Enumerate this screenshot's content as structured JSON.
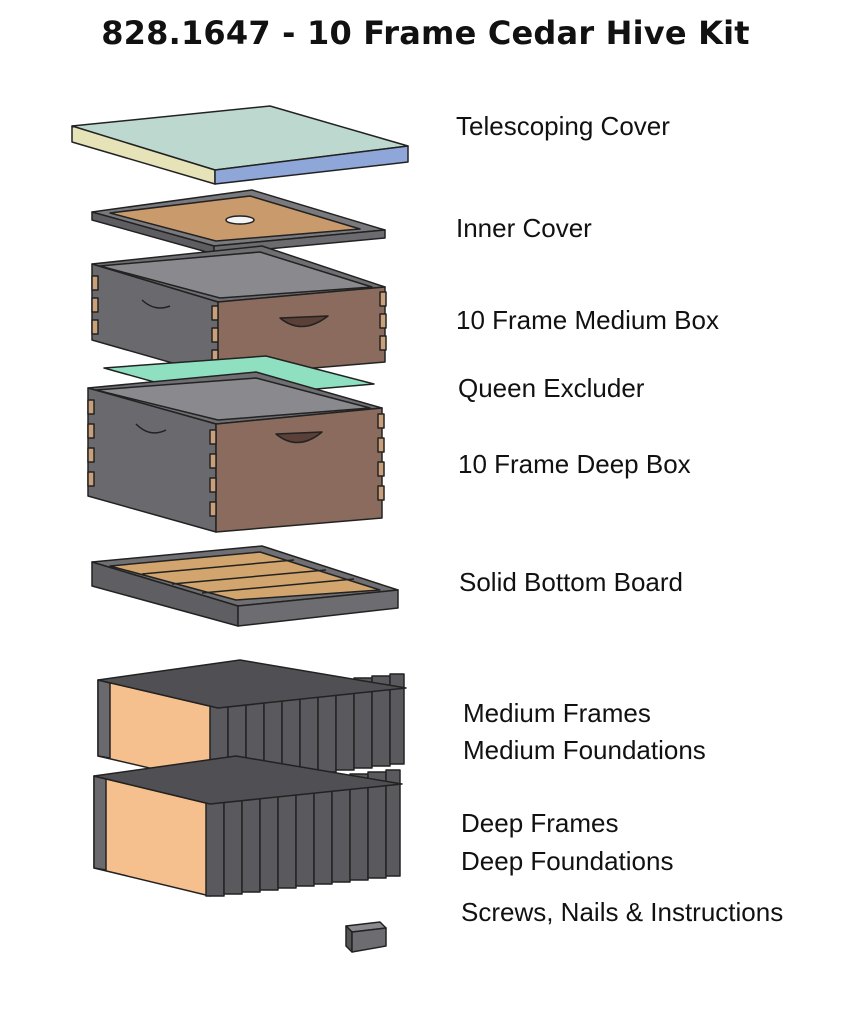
{
  "title": "828.1647 - 10 Frame Cedar Hive Kit",
  "parts": [
    {
      "id": "telescoping-cover",
      "label": "Telescoping Cover"
    },
    {
      "id": "inner-cover",
      "label": "Inner Cover"
    },
    {
      "id": "medium-box",
      "label": "10 Frame Medium Box"
    },
    {
      "id": "queen-excluder",
      "label": "Queen Excluder"
    },
    {
      "id": "deep-box",
      "label": "10 Frame Deep Box"
    },
    {
      "id": "bottom-board",
      "label": "Solid Bottom Board"
    },
    {
      "id": "medium-frames",
      "label": "Medium Frames"
    },
    {
      "id": "medium-foundations",
      "label": "Medium Foundations"
    },
    {
      "id": "deep-frames",
      "label": "Deep Frames"
    },
    {
      "id": "deep-foundations",
      "label": "Deep Foundations"
    },
    {
      "id": "hardware",
      "label": "Screws, Nails & Instructions"
    }
  ],
  "colors": {
    "cover_top": "#b9d6cf",
    "cover_side": "#8fa8d6",
    "frame_gray": "#6e6e72",
    "cedar": "#8a6a5c",
    "inner_board": "#c89a6c",
    "excluder": "#8fe0c0",
    "foundation": "#f6c08e",
    "outline": "#222222"
  }
}
